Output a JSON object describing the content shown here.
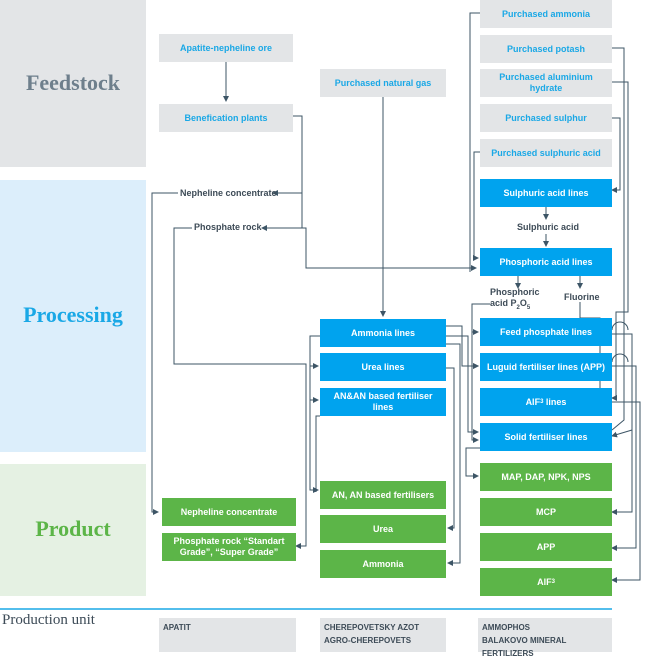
{
  "bands": {
    "feedstock": "Feedstock",
    "processing": "Processing",
    "product": "Product",
    "production_unit": "Production unit"
  },
  "feedstock": {
    "apatite_ore": "Apatite-nepheline ore",
    "benefication": "Benefication plants",
    "natural_gas": "Purchased natural gas",
    "ammonia": "Purchased ammonia",
    "potash": "Purchased potash",
    "aluminium": "Purchased aluminium hydrate",
    "sulphur": "Purchased sulphur",
    "sulphuric_acid": "Purchased sulphuric acid"
  },
  "intermediates": {
    "nepheline_concentrate": "Nepheline concentrate",
    "phosphate_rock": "Phosphate rock",
    "sulphuric_acid": "Sulphuric acid",
    "phosphoric_acid_main": "Phosphoric",
    "phosphoric_acid_sub": "acid P",
    "p_sub": "2",
    "o_char": "O",
    "o_sub": "5",
    "fluorine": "Fluorine"
  },
  "processing": {
    "sulphuric_acid_lines": "Sulphuric acid lines",
    "phosphoric_acid_lines": "Phosphoric acid lines",
    "ammonia_lines": "Ammonia lines",
    "urea_lines": "Urea lines",
    "an_lines": "AN&AN based fertiliser lines",
    "feed_phosphate_lines": "Feed phosphate lines",
    "liquid_fertiliser_lines": "Luguid fertiliser lines (APP)",
    "alf3_lines_a": "AlF",
    "alf3_lines_sub": "3",
    "alf3_lines_b": " lines",
    "solid_fertiliser_lines": "Solid fertiliser lines"
  },
  "products": {
    "nepheline_concentrate": "Nepheline concentrate",
    "phosphate_rock": "Phosphate rock “Standart Grade”, “Super Grade”",
    "an_based": "AN, AN based fertilisers",
    "urea": "Urea",
    "ammonia": "Ammonia",
    "map_dap": "MAP, DAP, NPK, NPS",
    "mcp": "MCP",
    "app": "APP",
    "alf3_a": "AlF",
    "alf3_sub": "3"
  },
  "units": {
    "apatit": "APATIT",
    "cherepovetsky": "CHEREPOVETSKY AZOT",
    "agro": "AGRO-CHEREPOVETS",
    "ammophos": "AMMOPHOS",
    "balakovo": "BALAKOVO MINERAL FERTILIZERS"
  },
  "colors": {
    "feedstock_band": "#e3e5e7",
    "processing_band": "#dceefb",
    "product_band": "#e5f1e3",
    "feedstock_text": "#6e7f8c",
    "processing_text": "#1aa8e6",
    "product_text": "#5cb548",
    "feed_node_text": "#1aa8e6",
    "processing_node": "#00a3ee",
    "product_node": "#5cb548",
    "divider": "#1aa8e6",
    "connector": "#3d5566"
  }
}
